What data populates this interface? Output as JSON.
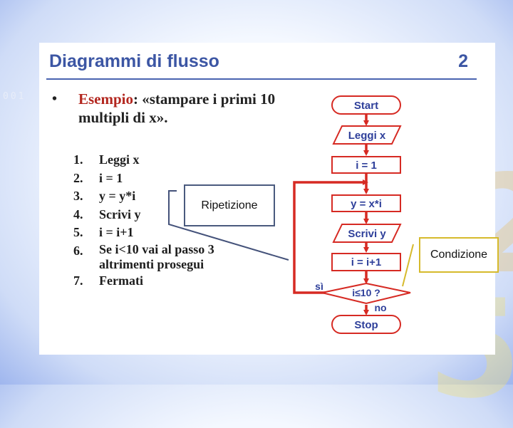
{
  "slide": {
    "title": "Diagrammi di flusso",
    "number": "2",
    "side_text": "001",
    "bullet": "•",
    "example_keyword": "Esempio",
    "example_text": ": «stampare i primi 10 multipli di x».",
    "steps": [
      {
        "n": "1.",
        "text": "Leggi x"
      },
      {
        "n": "2.",
        "text": "i = 1"
      },
      {
        "n": "3.",
        "text": "y = y*i"
      },
      {
        "n": "4.",
        "text": "Scrivi y"
      },
      {
        "n": "5.",
        "text": "i = i+1"
      },
      {
        "n": "6.",
        "text": "Se i<10 vai al passo 3 altrimenti prosegui"
      },
      {
        "n": "7.",
        "text": "Fermati"
      }
    ]
  },
  "flowchart": {
    "start": "Start",
    "read": "Leggi x",
    "init": "i = 1",
    "compute": "y = x*i",
    "write": "Scrivi y",
    "increment": "i = i+1",
    "decision": "i≤10 ?",
    "yes": "sì",
    "no": "no",
    "stop": "Stop"
  },
  "callouts": {
    "repetition": "Ripetizione",
    "condition": "Condizione"
  },
  "background_glyphs": [
    "2",
    "5"
  ],
  "colors": {
    "title": "#3c56a4",
    "flow_red": "#d62a23",
    "keyword": "#b3271f",
    "label_blue": "#2e3f9a"
  }
}
